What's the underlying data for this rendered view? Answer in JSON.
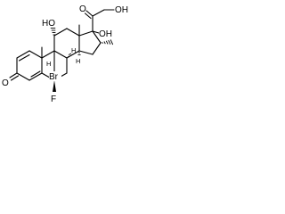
{
  "molecule": {
    "atoms": {
      "ketone_o": "O",
      "alcohol_oh": "OH",
      "hydroxy_11": "HO",
      "hydroxy_17": "OH",
      "bromo_9": "Br",
      "fluoro_6": "F",
      "h_8": "H",
      "h_14": "H",
      "h_small_9": "H"
    }
  }
}
